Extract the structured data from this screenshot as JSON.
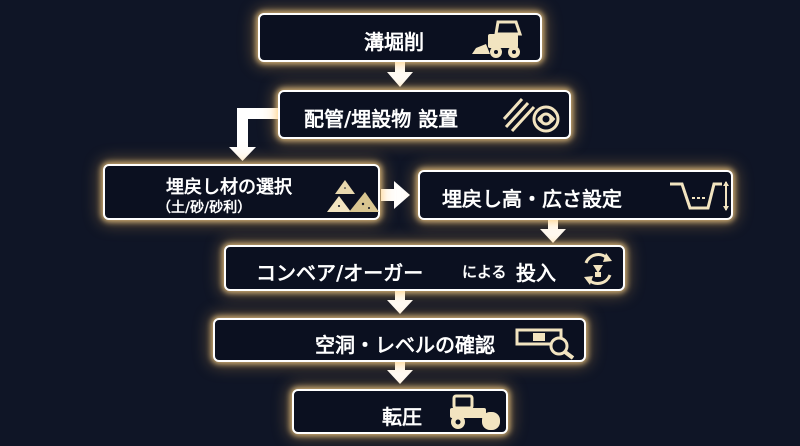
{
  "steps": {
    "trench": {
      "label": "溝堀削",
      "icon": "skid-steer-loader-icon"
    },
    "pipe": {
      "label": "配管/埋設物 設置",
      "icon": "pipes-and-cable-reel-icon"
    },
    "backfill": {
      "label": "埋戻し材の選択",
      "sublabel": "（土/砂/砂利）",
      "icon": "soil-piles-icon"
    },
    "height": {
      "label": "埋戻し高・広さ設定",
      "icon": "trench-dimension-icon"
    },
    "conveyor": {
      "label_main": "コンベア/オーガー",
      "label_small": "による",
      "label_end": "投入",
      "icon": "rotation-arrows-icon"
    },
    "check": {
      "label": "空洞・レベルの確認",
      "icon": "level-magnifier-icon"
    },
    "compaction": {
      "label": "転圧",
      "icon": "road-roller-icon"
    }
  },
  "colors": {
    "background": "#0f1526",
    "box_fill": "#0b1020",
    "glow": "#ffd68c",
    "text": "#ffffff"
  }
}
